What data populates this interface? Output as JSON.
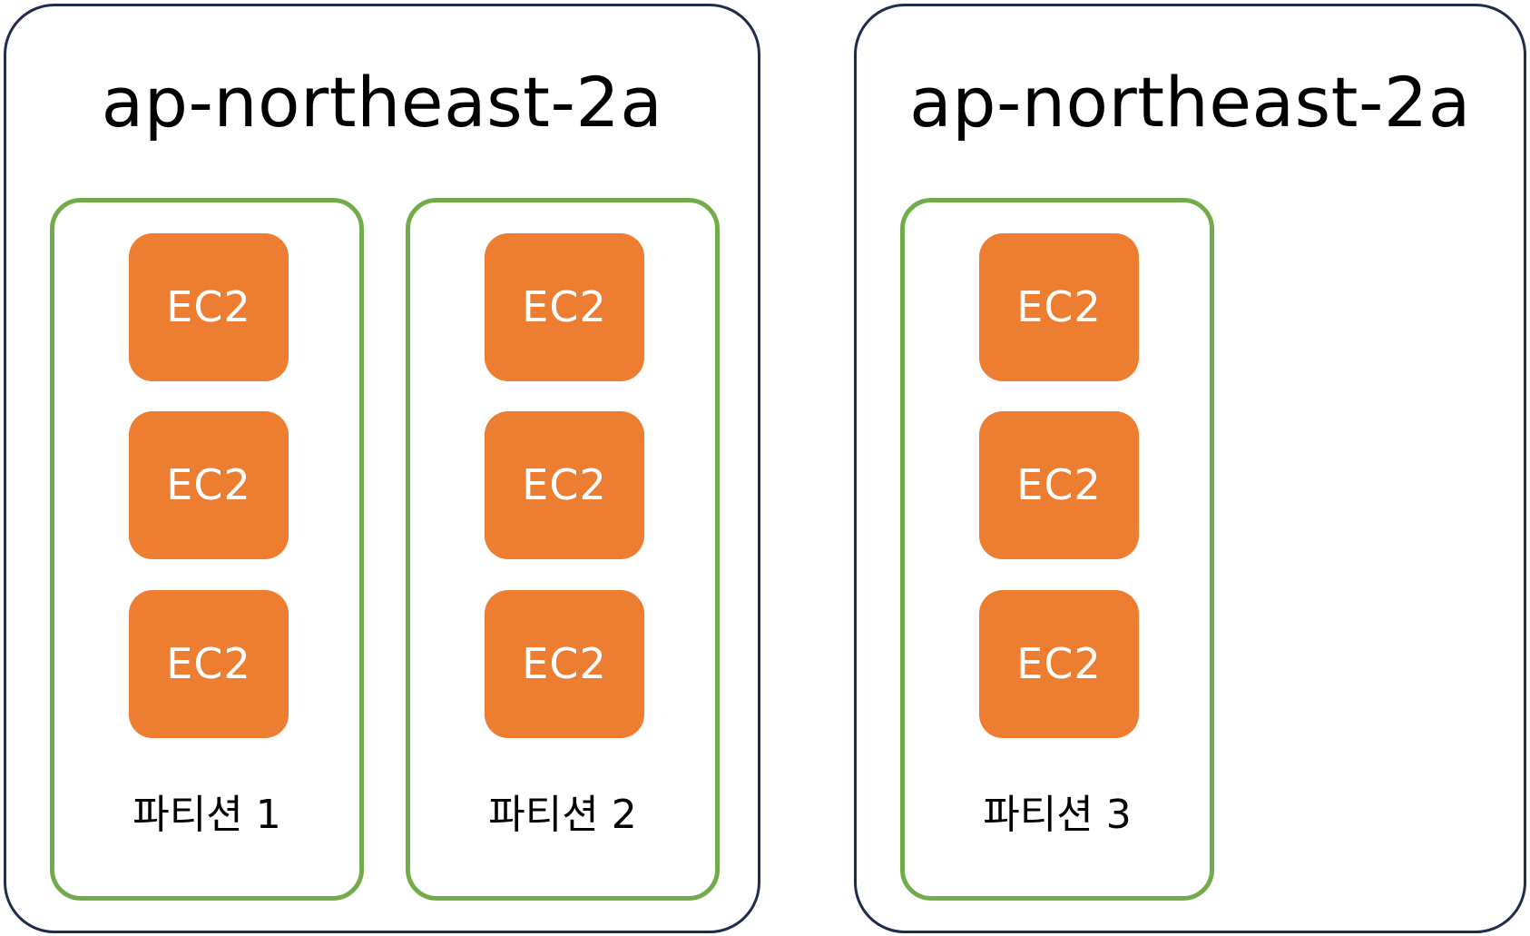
{
  "zones": [
    {
      "title": "ap-northeast-2a",
      "partitions": [
        {
          "label": "파티션 1",
          "instances": [
            "EC2",
            "EC2",
            "EC2"
          ]
        },
        {
          "label": "파티션 2",
          "instances": [
            "EC2",
            "EC2",
            "EC2"
          ]
        }
      ]
    },
    {
      "title": "ap-northeast-2a",
      "partitions": [
        {
          "label": "파티션 3",
          "instances": [
            "EC2",
            "EC2",
            "EC2"
          ]
        }
      ]
    }
  ],
  "colors": {
    "zone_border": "#1f2d4d",
    "partition_border": "#72ac4a",
    "instance_fill": "#ed7d31",
    "instance_text": "#ffffff",
    "text": "#000000"
  }
}
